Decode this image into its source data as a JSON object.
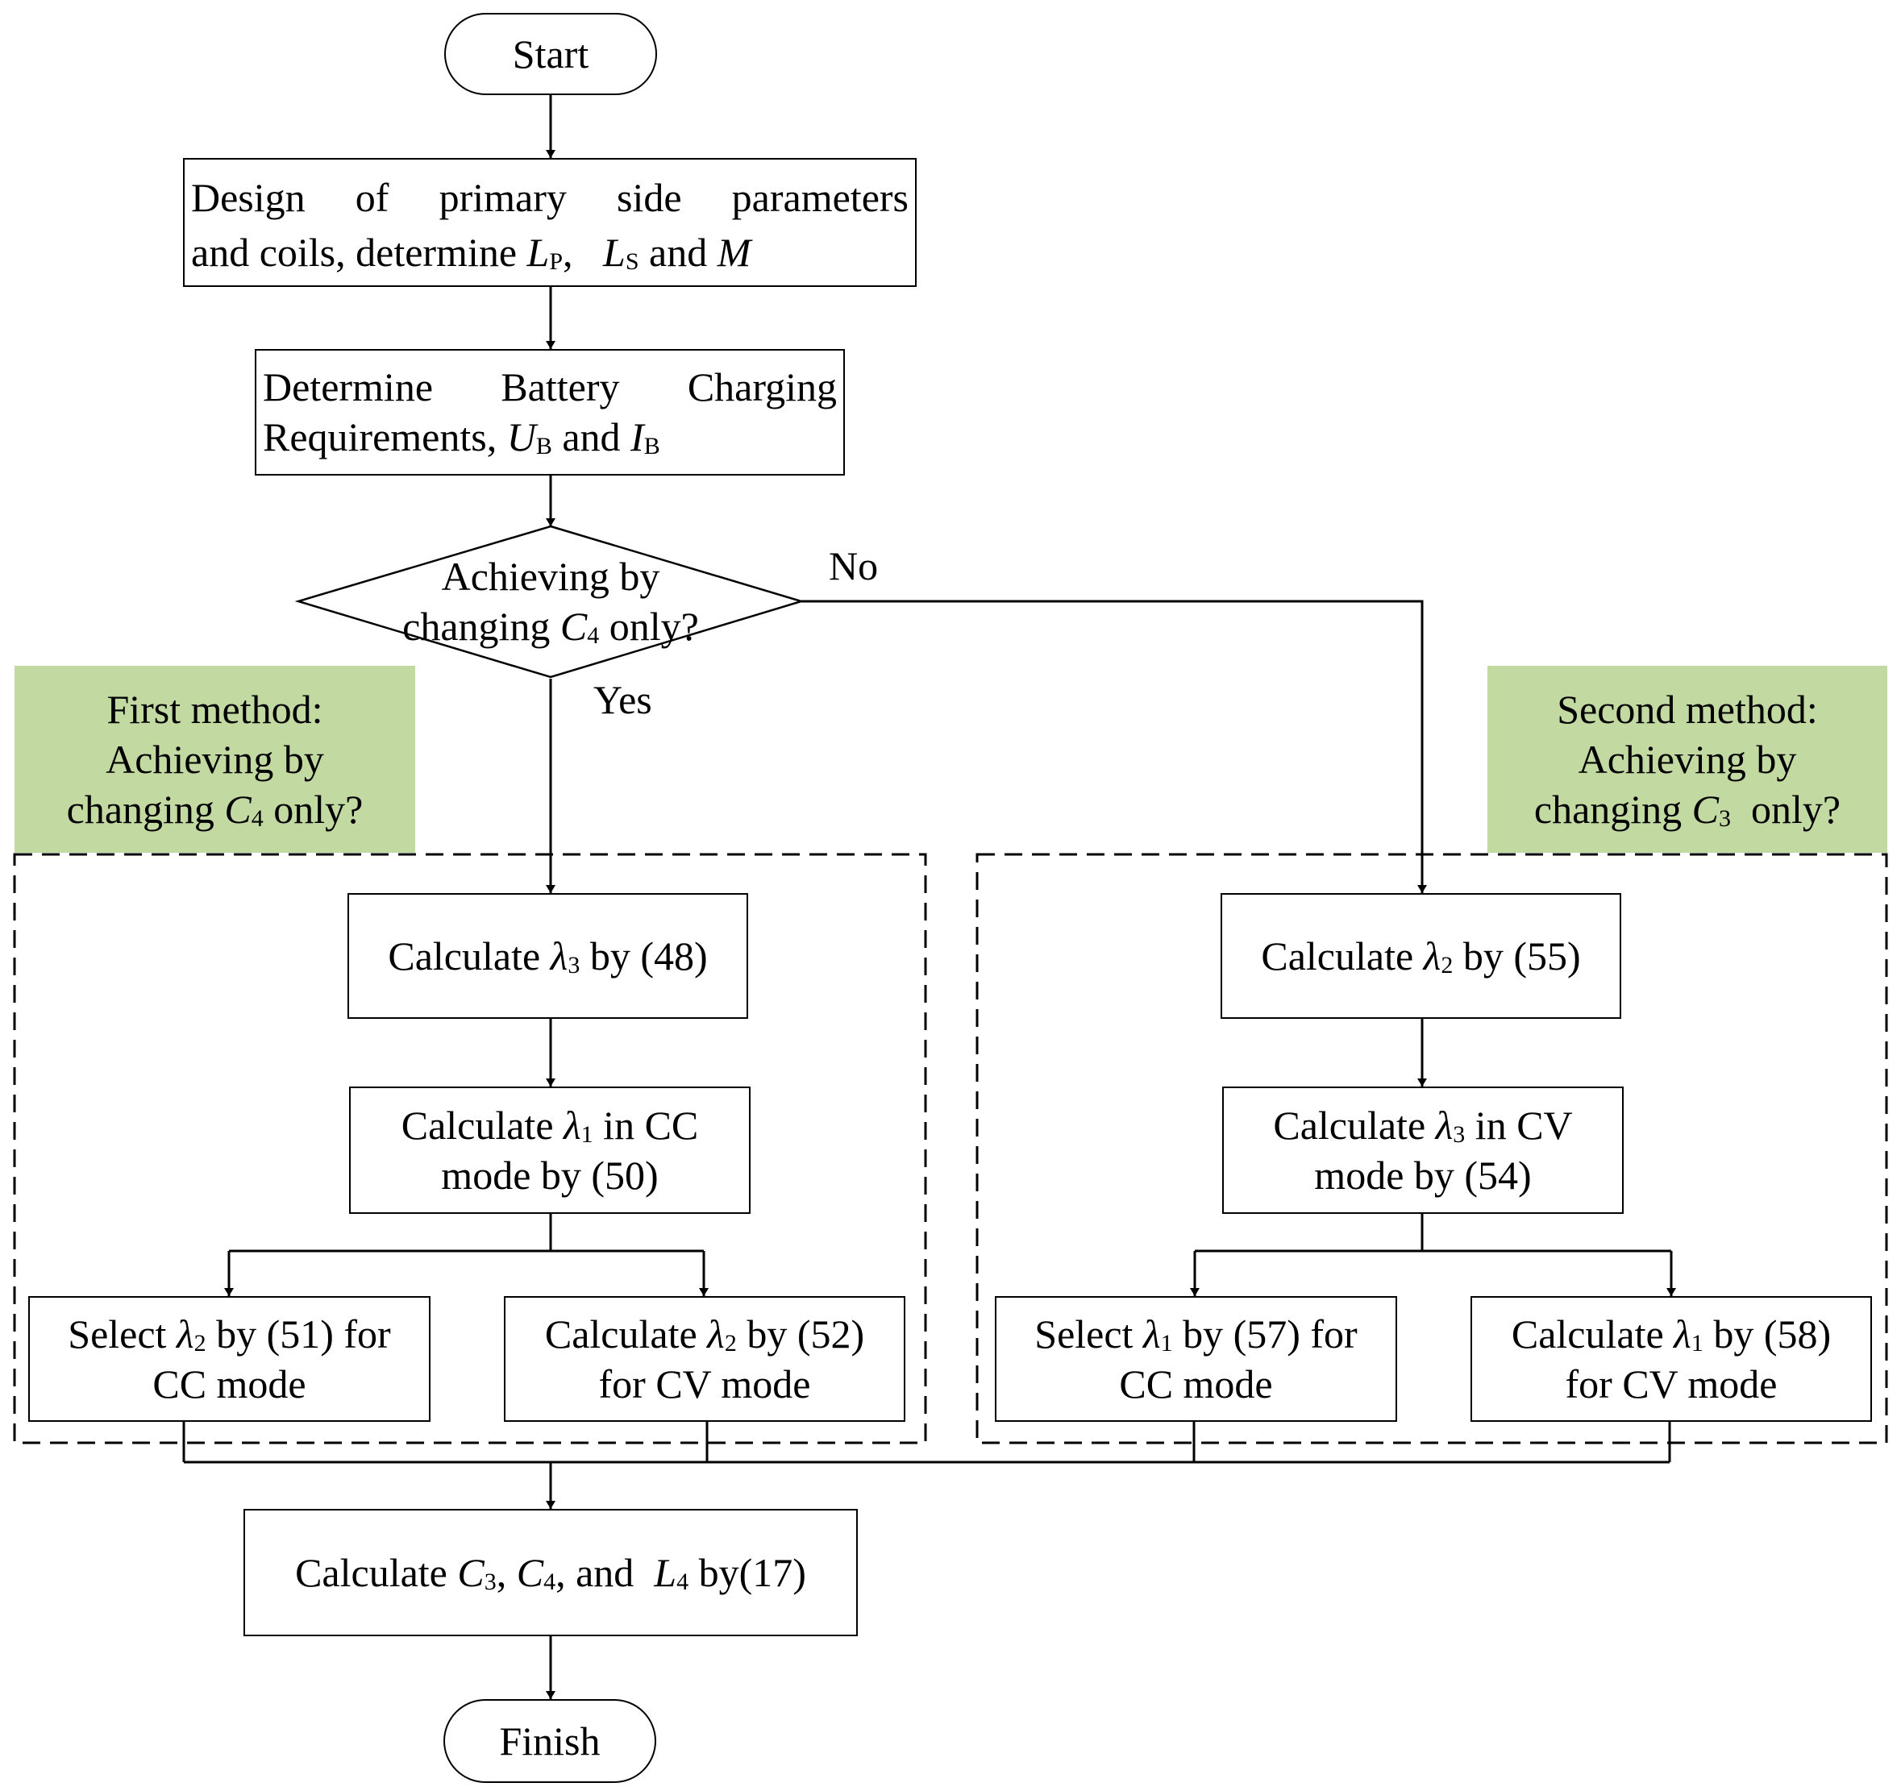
{
  "nodes": {
    "start": "Start",
    "design_l1": "Design of primary side parameters",
    "design_l2a": "and coils, determine ",
    "design_LP": "L",
    "design_LP_sub": "P",
    "design_sep": ",   ",
    "design_LS": "L",
    "design_LS_sub": "S",
    "design_and": " and ",
    "design_M": "M",
    "req_l1": "Determine Battery Charging",
    "req_l2a": "Requirements, ",
    "req_U": "U",
    "req_U_sub": "B",
    "req_and": " and ",
    "req_I": "I",
    "req_I_sub": "B",
    "decision_l1": "Achieving by",
    "decision_l2a": "changing ",
    "decision_C": "C",
    "decision_C_sub": "4",
    "decision_l2b": " only?",
    "no_label": "No",
    "yes_label": "Yes",
    "first_l1": "First method:",
    "first_l2": "Achieving by",
    "first_l3a": "changing ",
    "first_C": "C",
    "first_C_sub": "4",
    "first_l3b": " only?",
    "second_l1": "Second method:",
    "second_l2": "Achieving by",
    "second_l3a": "changing ",
    "second_C": "C",
    "second_C_sub": "3",
    "second_l3b": "  only?",
    "lam3_a": "Calculate ",
    "lam3_sym": "λ",
    "lam3_sub": "3",
    "lam3_b": " by (48)",
    "lam1cc_a": "Calculate ",
    "lam1cc_sym": "λ",
    "lam1cc_sub": "1",
    "lam1cc_b": " in CC",
    "lam1cc_l2": "mode by (50)",
    "sel2_a": "Select ",
    "sel2_sym": "λ",
    "sel2_sub": "2",
    "sel2_b": " by (51) for",
    "sel2_l2": "CC mode",
    "calc2_a": "Calculate ",
    "calc2_sym": "λ",
    "calc2_sub": "2",
    "calc2_b": " by (52)",
    "calc2_l2": "for CV mode",
    "lam2_a": "Calculate ",
    "lam2_sym": "λ",
    "lam2_sub": "2",
    "lam2_b": " by (55)",
    "lam3cv_a": "Calculate ",
    "lam3cv_sym": "λ",
    "lam3cv_sub": "3",
    "lam3cv_b": " in CV",
    "lam3cv_l2": "mode by (54)",
    "sel1_a": "Select ",
    "sel1_sym": "λ",
    "sel1_sub": "1",
    "sel1_b": " by (57) for",
    "sel1_l2": "CC mode",
    "calc1_a": "Calculate ",
    "calc1_sym": "λ",
    "calc1_sub": "1",
    "calc1_b": " by (58)",
    "calc1_l2": "for CV mode",
    "final_a": "Calculate ",
    "final_C3": "C",
    "final_C3_sub": "3",
    "final_sep1": ", ",
    "final_C4": "C",
    "final_C4_sub": "4",
    "final_sep2": ", and  ",
    "final_L4": "L",
    "final_L4_sub": "4",
    "final_b": " by(17)",
    "finish": "Finish"
  },
  "colors": {
    "note_fill": "#c3d9a2",
    "stroke": "#000000"
  }
}
